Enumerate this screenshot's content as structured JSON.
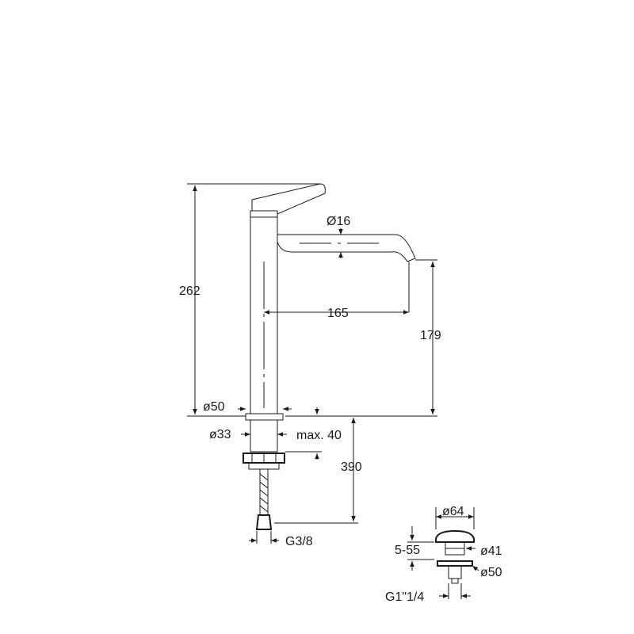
{
  "dimensions": {
    "total_height": "262",
    "spout_diameter": "Ø16",
    "spout_reach": "165",
    "spout_height": "179",
    "base_diameter": "ø50",
    "shank_diameter": "ø33",
    "max_deck_thickness": "max. 40",
    "hose_length": "390",
    "hose_connection": "G3/8",
    "waste_head_diameter": "ø64",
    "waste_adjust_range": "5-55",
    "waste_body_diameter": "ø41",
    "waste_flange_diameter": "ø50",
    "waste_thread": "G1\"1/4"
  },
  "colors": {
    "line": "#1a1a1a",
    "background": "#ffffff"
  }
}
